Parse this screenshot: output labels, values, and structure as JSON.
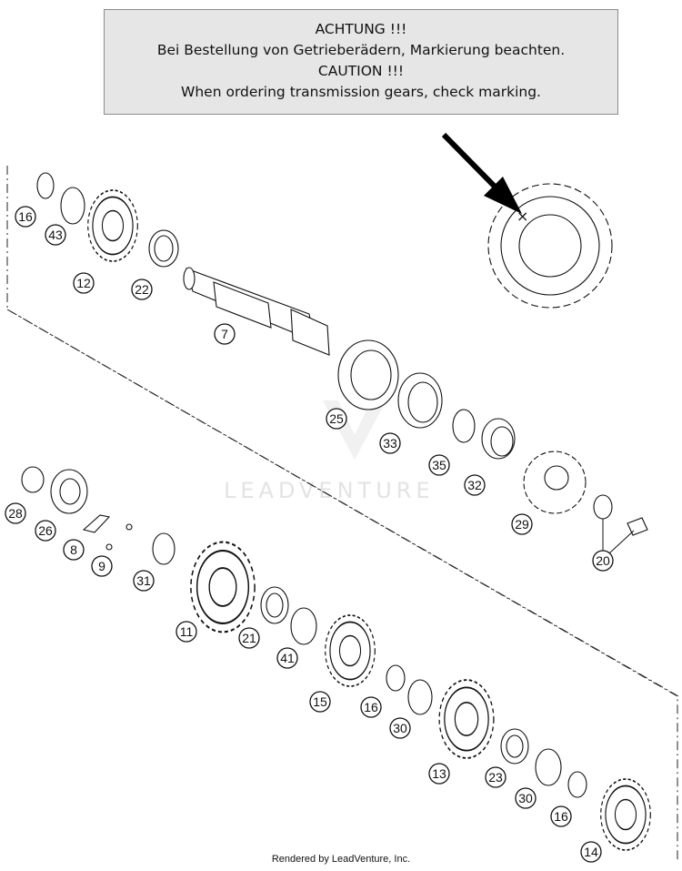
{
  "notice": {
    "line1": "ACHTUNG !!!",
    "line2": "Bei Bestellung von Getrieberädern, Markierung beachten.",
    "line3": "CAUTION !!!",
    "line4": "When ordering transmission gears, check marking."
  },
  "watermark": "LEADVENTURE",
  "footer": "Rendered by LeadVenture, Inc.",
  "callouts": {
    "c16a": "16",
    "c43": "43",
    "c12": "12",
    "c22": "22",
    "c7": "7",
    "c25": "25",
    "c33": "33",
    "c35": "35",
    "c32": "32",
    "c29": "29",
    "c20": "20",
    "c28": "28",
    "c26": "26",
    "c8": "8",
    "c9": "9",
    "c31": "31",
    "c11": "11",
    "c21": "21",
    "c41": "41",
    "c15": "15",
    "c16b": "16",
    "c30a": "30",
    "c13": "13",
    "c23": "23",
    "c30b": "30",
    "c16c": "16",
    "c14": "14"
  }
}
